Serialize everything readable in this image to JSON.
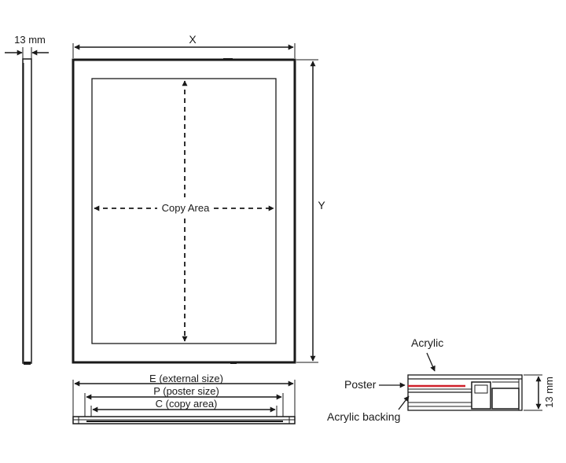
{
  "labels": {
    "side_thickness": "13 mm",
    "width": "X",
    "height": "Y",
    "copy_area": "Copy Area",
    "external_size": "E (external size)",
    "poster_size": "P (poster size)",
    "copy_area_dim": "C (copy area)",
    "acrylic": "Acrylic",
    "poster": "Poster",
    "acrylic_backing": "Acrylic backing",
    "section_thickness": "13 mm"
  },
  "colors": {
    "line": "#1a1a1a",
    "poster_layer": "#d0202a"
  }
}
